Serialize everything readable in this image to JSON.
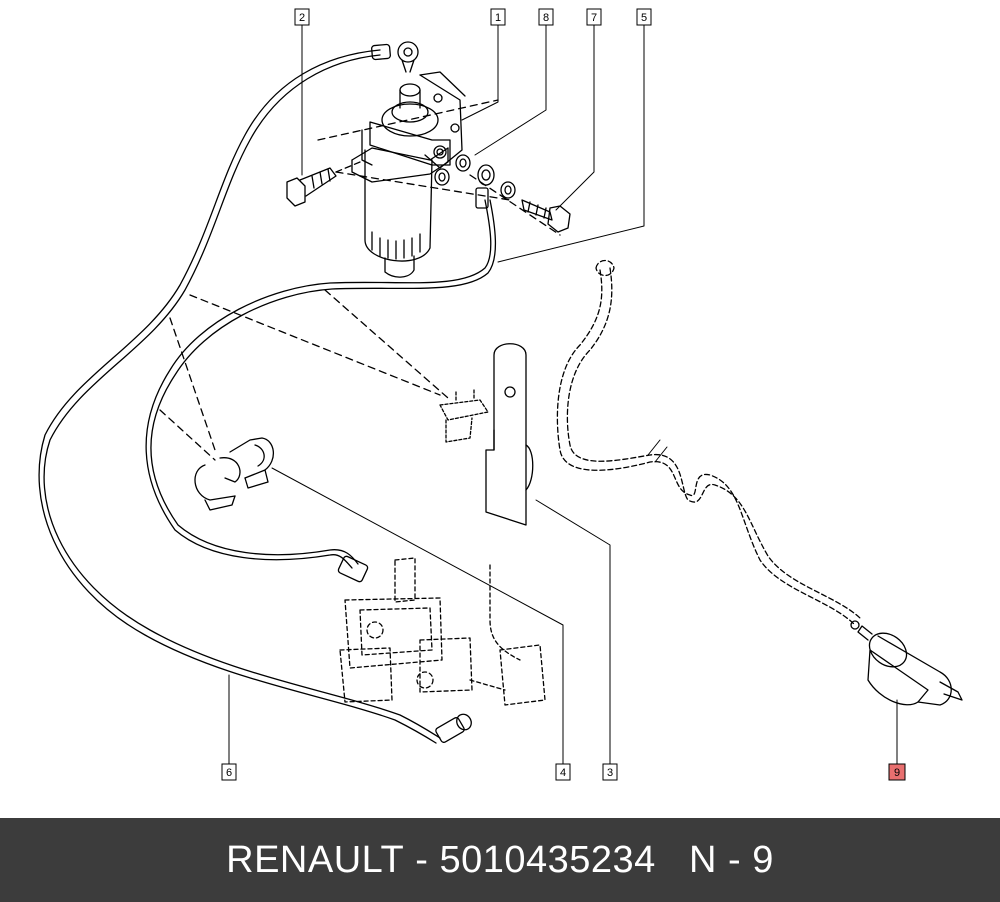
{
  "callouts": [
    {
      "id": "2",
      "highlighted": false
    },
    {
      "id": "1",
      "highlighted": false
    },
    {
      "id": "8",
      "highlighted": false
    },
    {
      "id": "7",
      "highlighted": false
    },
    {
      "id": "5",
      "highlighted": false
    },
    {
      "id": "6",
      "highlighted": false
    },
    {
      "id": "4",
      "highlighted": false
    },
    {
      "id": "3",
      "highlighted": false
    },
    {
      "id": "9",
      "highlighted": true
    }
  ],
  "footer": {
    "brand": "RENAULT",
    "separator": " - ",
    "part_number": "5010435234",
    "ref": "N - 9"
  },
  "colors": {
    "highlight": "#e86f6f",
    "footer_bg": "#3c3c3c",
    "line": "#000000"
  }
}
